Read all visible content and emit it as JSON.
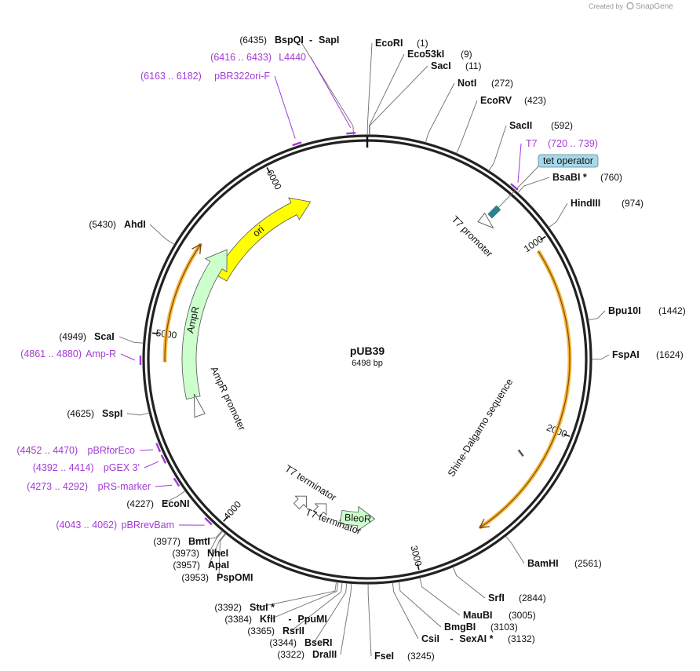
{
  "plasmid": {
    "name": "pUB39",
    "size_label": "6498 bp",
    "total_bp": 6498
  },
  "credit": {
    "prefix": "Created by",
    "brand": "SnapGene"
  },
  "colors": {
    "ori": "#ffff00",
    "ampr": "#ccffcc",
    "bleor": "#ccffcc",
    "orf": "#f5b73b",
    "primer": "#a23bd6",
    "tet_operator": "#a8d8e8",
    "backbone": "#222222"
  },
  "sites": [
    {
      "name": "EcoRI",
      "pos_label": "(1)",
      "bp": 1,
      "side": "right",
      "order": 0
    },
    {
      "name": "Eco53kI",
      "pos_label": "(9)",
      "bp": 9,
      "side": "right",
      "order": 1
    },
    {
      "name": "SacI",
      "pos_label": "(11)",
      "bp": 11,
      "side": "right",
      "order": 2
    },
    {
      "name": "NotI",
      "pos_label": "(272)",
      "bp": 272,
      "side": "right",
      "order": 3
    },
    {
      "name": "EcoRV",
      "pos_label": "(423)",
      "bp": 423,
      "side": "right",
      "order": 4
    },
    {
      "name": "SacII",
      "pos_label": "(592)",
      "bp": 592,
      "side": "right",
      "order": 5
    },
    {
      "name": "BsaBI *",
      "pos_label": "(760)",
      "bp": 760,
      "side": "right",
      "order": 6
    },
    {
      "name": "HindIII",
      "pos_label": "(974)",
      "bp": 974,
      "side": "right",
      "order": 7
    },
    {
      "name": "Bpu10I",
      "pos_label": "(1442)",
      "bp": 1442,
      "side": "right",
      "order": 8
    },
    {
      "name": "FspAI",
      "pos_label": "(1624)",
      "bp": 1624,
      "side": "right",
      "order": 9
    },
    {
      "name": "BamHI",
      "pos_label": "(2561)",
      "bp": 2561,
      "side": "right",
      "order": 10
    },
    {
      "name": "SrfI",
      "pos_label": "(2844)",
      "bp": 2844,
      "side": "right",
      "order": 11
    },
    {
      "name": "MauBI",
      "pos_label": "(3005)",
      "bp": 3005,
      "side": "right",
      "order": 12
    },
    {
      "name": "BmgBI",
      "pos_label": "(3103)",
      "bp": 3103,
      "side": "right",
      "order": 13
    },
    {
      "name": "CsiI",
      "pos_label": "(3132)",
      "bp": 3132,
      "side": "right",
      "order": 14,
      "partner": "SexAI *"
    },
    {
      "name": "FseI",
      "pos_label": "(3245)",
      "bp": 3245,
      "side": "right",
      "order": 15
    },
    {
      "name": "DraIII",
      "pos_label": "(3322)",
      "bp": 3322,
      "side": "left",
      "order": 16
    },
    {
      "name": "BseRI",
      "pos_label": "(3344)",
      "bp": 3344,
      "side": "left",
      "order": 17
    },
    {
      "name": "RsrII",
      "pos_label": "(3365)",
      "bp": 3365,
      "side": "left",
      "order": 18
    },
    {
      "name": "KflI",
      "pos_label": "(3384)",
      "bp": 3384,
      "side": "left",
      "order": 19,
      "partner": "PpuMI"
    },
    {
      "name": "StuI *",
      "pos_label": "(3392)",
      "bp": 3392,
      "side": "left",
      "order": 20
    },
    {
      "name": "PspOMI",
      "pos_label": "(3953)",
      "bp": 3953,
      "side": "left",
      "order": 21
    },
    {
      "name": "ApaI",
      "pos_label": "(3957)",
      "bp": 3957,
      "side": "left",
      "order": 22
    },
    {
      "name": "NheI",
      "pos_label": "(3973)",
      "bp": 3973,
      "side": "left",
      "order": 23
    },
    {
      "name": "BmtI",
      "pos_label": "(3977)",
      "bp": 3977,
      "side": "left",
      "order": 24
    },
    {
      "name": "EcoNI",
      "pos_label": "(4227)",
      "bp": 4227,
      "side": "left",
      "order": 25
    },
    {
      "name": "SspI",
      "pos_label": "(4625)",
      "bp": 4625,
      "side": "left",
      "order": 26
    },
    {
      "name": "ScaI",
      "pos_label": "(4949)",
      "bp": 4949,
      "side": "left",
      "order": 27
    },
    {
      "name": "AhdI",
      "pos_label": "(5430)",
      "bp": 5430,
      "side": "left",
      "order": 28
    },
    {
      "name": "BspQI",
      "pos_label": "(6435)",
      "bp": 6435,
      "side": "left",
      "order": 29,
      "partner": "SapI"
    }
  ],
  "primers": [
    {
      "name": "T7",
      "range": "(720 .. 739)",
      "bp": 730,
      "side": "right",
      "order": 0
    },
    {
      "name": "L4440",
      "range": "(6416 .. 6433)",
      "bp": 6424,
      "side": "left",
      "order": 1
    },
    {
      "name": "pBR322ori-F",
      "range": "(6163 .. 6182)",
      "bp": 6172,
      "side": "left",
      "order": 2
    },
    {
      "name": "Amp-R",
      "range": "(4861 .. 4880)",
      "bp": 4870,
      "side": "left",
      "order": 3
    },
    {
      "name": "pBRforEco",
      "range": "(4452 .. 4470)",
      "bp": 4461,
      "side": "left",
      "order": 4
    },
    {
      "name": "pGEX 3'",
      "range": "(4392 .. 4414)",
      "bp": 4403,
      "side": "left",
      "order": 5
    },
    {
      "name": "pRS-marker",
      "range": "(4273 .. 4292)",
      "bp": 4282,
      "side": "left",
      "order": 6
    },
    {
      "name": "pBRrevBam",
      "range": "(4043 .. 4062)",
      "bp": 4052,
      "side": "left",
      "order": 7
    }
  ],
  "features": [
    {
      "name": "ori",
      "kind": "arrow",
      "start": 5400,
      "end": 6140,
      "direction": "cw"
    },
    {
      "name": "AmpR",
      "kind": "arrow",
      "start": 4650,
      "end": 5560,
      "direction": "cw"
    },
    {
      "name": "AmpR promoter",
      "kind": "promoter",
      "start": 4540,
      "end": 4640,
      "direction": "cw"
    },
    {
      "name": "T7 promoter",
      "kind": "promoter",
      "start": 700,
      "end": 760,
      "direction": "cw"
    },
    {
      "name": "tet operator",
      "kind": "label-box",
      "bp": 735
    },
    {
      "name": "BleoR",
      "kind": "arrow",
      "start": 3420,
      "end": 3200,
      "direction": "ccw"
    },
    {
      "name": "T7 terminator",
      "kind": "terminator",
      "bp": 3700
    },
    {
      "name": "T7 terminator",
      "kind": "terminator",
      "bp": 3560
    },
    {
      "name": "Shine-Dalgarno sequence",
      "kind": "orf-label",
      "bp": 2150
    },
    {
      "name": "orf-right",
      "kind": "orf",
      "start": 1040,
      "end": 2640,
      "direction": "cw"
    },
    {
      "name": "orf-left",
      "kind": "orf",
      "start": 4860,
      "end": 5500,
      "direction": "cw"
    }
  ],
  "ticks": [
    {
      "label": "1000",
      "bp": 1000
    },
    {
      "label": "2000",
      "bp": 2000
    },
    {
      "label": "3000",
      "bp": 3000
    },
    {
      "label": "4000",
      "bp": 4000
    },
    {
      "label": "5000",
      "bp": 5000
    },
    {
      "label": "6000",
      "bp": 6000
    }
  ]
}
